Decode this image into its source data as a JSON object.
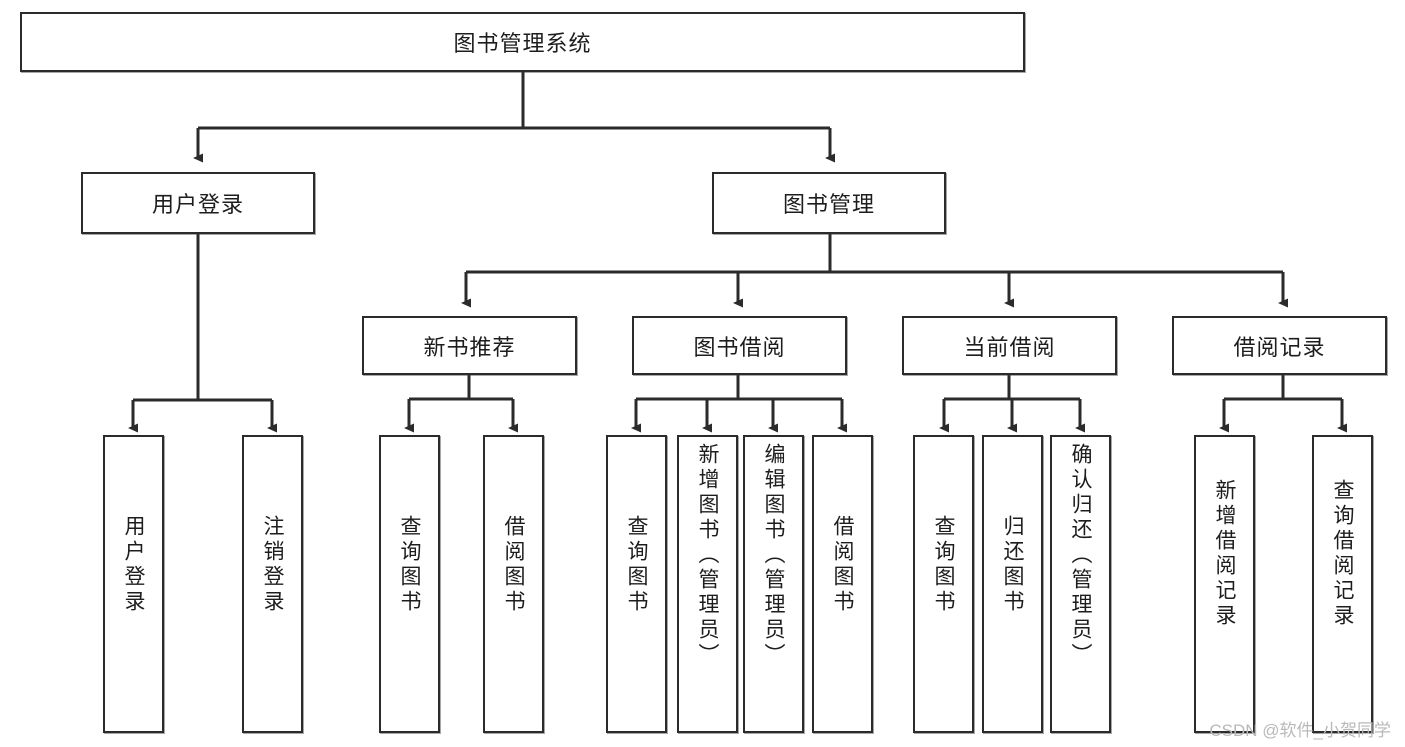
{
  "diagram": {
    "title": "图书管理系统",
    "type": "tree-hierarchy-diagram",
    "colors": {
      "box_border": "#2b2b2b",
      "box_fill": "#ffffff",
      "connector": "#2b2b2b",
      "text": "#1d1d1d",
      "watermark": "#b9b9b9"
    },
    "root": {
      "id": "root",
      "label": "图书管理系统"
    },
    "level2": [
      {
        "id": "user-login",
        "label": "用户登录"
      },
      {
        "id": "book-manage",
        "label": "图书管理"
      }
    ],
    "level3": [
      {
        "id": "new-book-recommend",
        "label": "新书推荐"
      },
      {
        "id": "book-borrow",
        "label": "图书借阅"
      },
      {
        "id": "current-borrow",
        "label": "当前借阅"
      },
      {
        "id": "borrow-record",
        "label": "借阅记录"
      }
    ],
    "leaves": {
      "user_login": [
        {
          "id": "leaf-user-login",
          "label": "用户登录"
        },
        {
          "id": "leaf-logout-login",
          "label": "注销登录"
        }
      ],
      "new_book_recommend": [
        {
          "id": "leaf-query-book-1",
          "label": "查询图书"
        },
        {
          "id": "leaf-borrow-book-1",
          "label": "借阅图书"
        }
      ],
      "book_borrow": [
        {
          "id": "leaf-query-book-2",
          "label": "查询图书"
        },
        {
          "id": "leaf-add-book",
          "label": "新增图书（管理员）"
        },
        {
          "id": "leaf-edit-book",
          "label": "编辑图书（管理员）"
        },
        {
          "id": "leaf-borrow-book-2",
          "label": "借阅图书"
        }
      ],
      "current_borrow": [
        {
          "id": "leaf-query-book-3",
          "label": "查询图书"
        },
        {
          "id": "leaf-return-book",
          "label": "归还图书"
        },
        {
          "id": "leaf-confirm-return",
          "label": "确认归还（管理员）"
        }
      ],
      "borrow_record": [
        {
          "id": "leaf-add-record",
          "label": "新增借阅记录"
        },
        {
          "id": "leaf-query-record",
          "label": "查询借阅记录"
        }
      ]
    }
  },
  "watermark": {
    "text": "CSDN @软件_小贺同学"
  }
}
